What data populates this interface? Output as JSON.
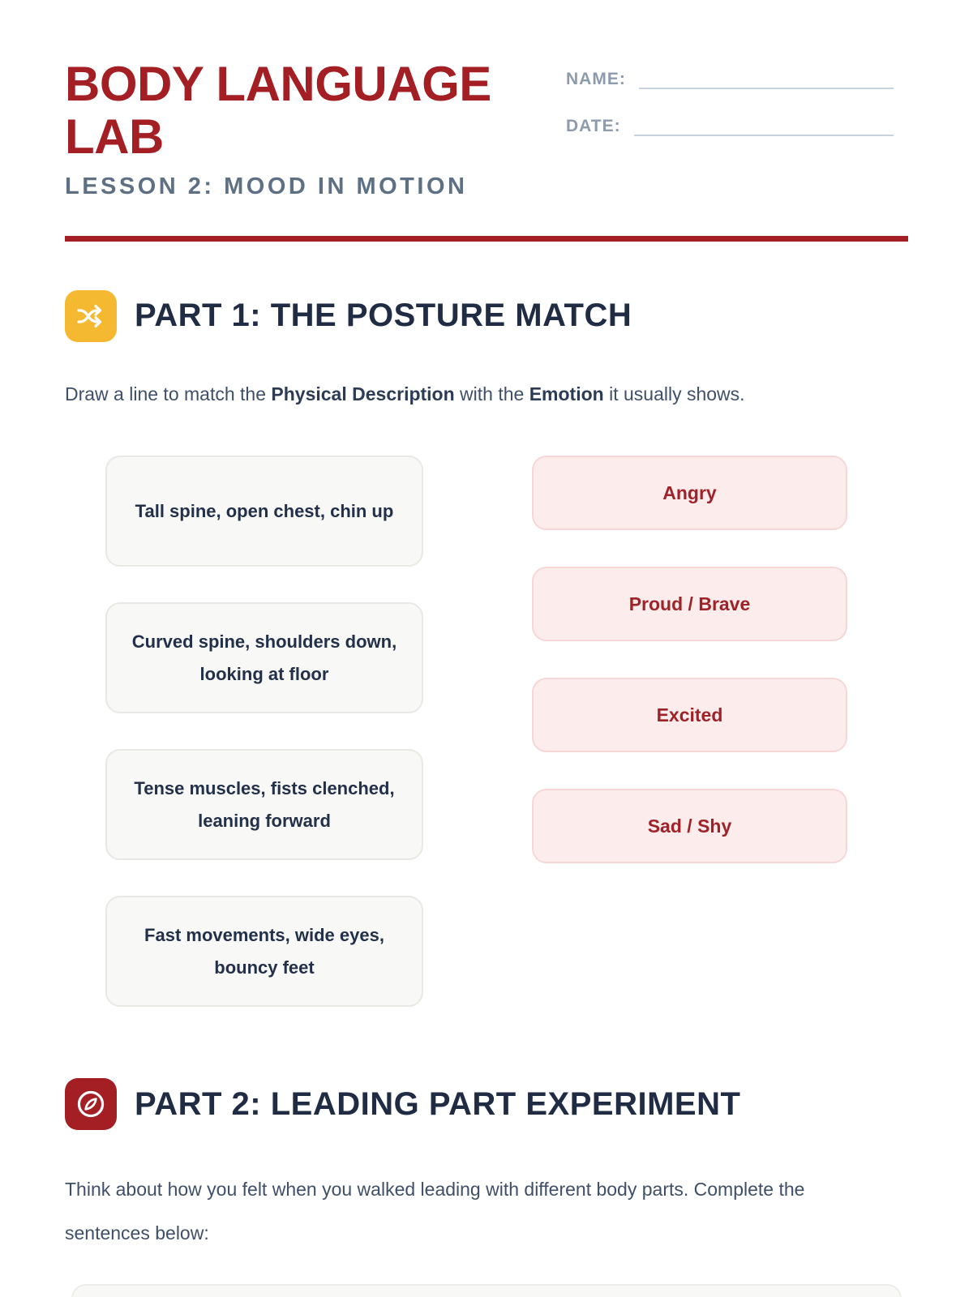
{
  "header": {
    "title": "BODY LANGUAGE LAB",
    "lesson": "LESSON 2: MOOD IN MOTION",
    "name_label": "NAME:",
    "date_label": "DATE:"
  },
  "part1": {
    "heading": "PART 1: THE POSTURE MATCH",
    "icon": "shuffle-icon",
    "instruction": {
      "pre": "Draw a line to match the ",
      "bold1": "Physical Description",
      "mid": " with the ",
      "bold2": "Emotion",
      "post": " it usually shows."
    },
    "descriptions": [
      "Tall spine, open chest, chin up",
      "Curved spine, shoulders down, looking at floor",
      "Tense muscles, fists clenched, leaning forward",
      "Fast movements, wide eyes, bouncy feet"
    ],
    "emotions": [
      "Angry",
      "Proud / Brave",
      "Excited",
      "Sad / Shy"
    ]
  },
  "part2": {
    "heading": "PART 2: LEADING PART EXPERIMENT",
    "icon": "compass-icon",
    "intro": "Think about how you felt when you walked leading with different body parts. Complete the sentences below:"
  },
  "colors": {
    "brand_red": "#A31F24",
    "accent_yellow": "#F5B831",
    "navy": "#1F2C44",
    "slate": "#3F4F68",
    "pink_bg": "#FCECEC",
    "pink_border": "#F7D6D6",
    "pink_text": "#9E2227",
    "gray_bg": "#F8F8F6",
    "gray_border": "#E8E8E4",
    "label_gray": "#8D9BAD",
    "line_gray": "#C9D3DF"
  }
}
